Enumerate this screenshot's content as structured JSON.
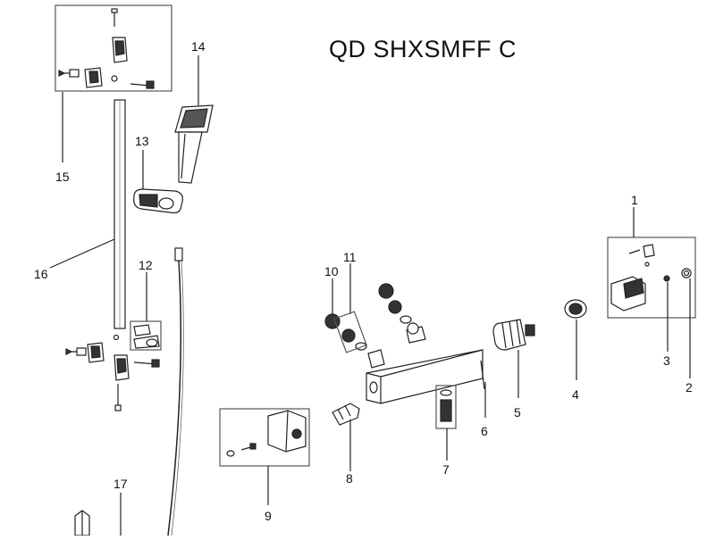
{
  "diagram": {
    "title": "QD SHXSMFF C",
    "callouts": {
      "c1": "1",
      "c2": "2",
      "c3": "3",
      "c4": "4",
      "c5": "5",
      "c6": "6",
      "c7": "7",
      "c8": "8",
      "c9": "9",
      "c10": "10",
      "c11": "11",
      "c12": "12",
      "c13": "13",
      "c14": "14",
      "c15": "15",
      "c16": "16",
      "c17": "17"
    }
  }
}
